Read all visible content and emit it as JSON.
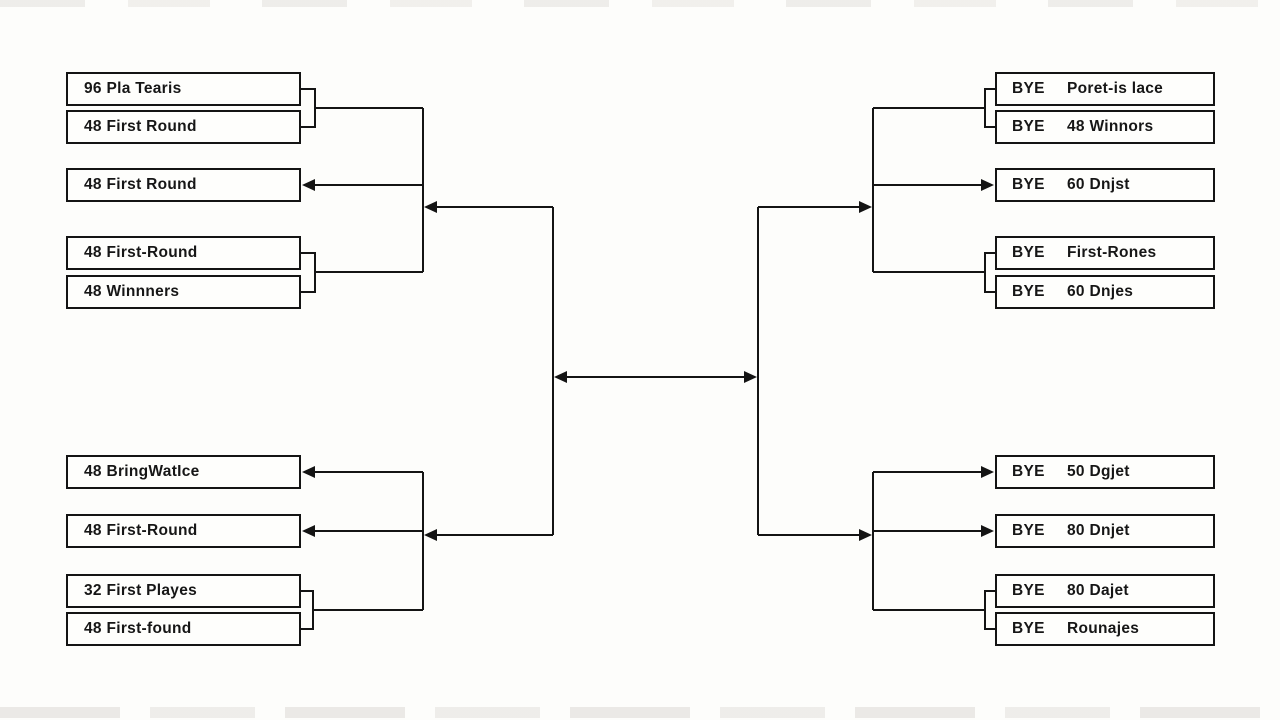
{
  "diagram": {
    "type": "tournament-bracket",
    "line_color": "#141414",
    "box_background": "#fefefc",
    "background": "#fdfdfb"
  },
  "groups": {
    "left_top": [
      {
        "label": "96 Pla Tearis"
      },
      {
        "label": "48 First Round"
      },
      {
        "label": "48 First Round"
      },
      {
        "label": "48 First-Round"
      },
      {
        "label": "48 Winnners"
      }
    ],
    "left_bottom": [
      {
        "label": "48 BringWatIce"
      },
      {
        "label": "48 First-Round"
      },
      {
        "label": "32 First Playes"
      },
      {
        "label": "48 First-found"
      }
    ],
    "right_top": [
      {
        "tag": "BYE",
        "label": "Poret-is lace"
      },
      {
        "tag": "BYE",
        "label": "48 Winnors"
      },
      {
        "tag": "BYE",
        "label": "60 Dnjst"
      },
      {
        "tag": "BYE",
        "label": "First-Rones"
      },
      {
        "tag": "BYE",
        "label": "60 Dnjes"
      }
    ],
    "right_bottom": [
      {
        "tag": "BYE",
        "label": "50 Dgjet"
      },
      {
        "tag": "BYE",
        "label": "80 Dnjet"
      },
      {
        "tag": "BYE",
        "label": "80 Dajet"
      },
      {
        "tag": "BYE",
        "label": "Rounajes"
      }
    ]
  }
}
